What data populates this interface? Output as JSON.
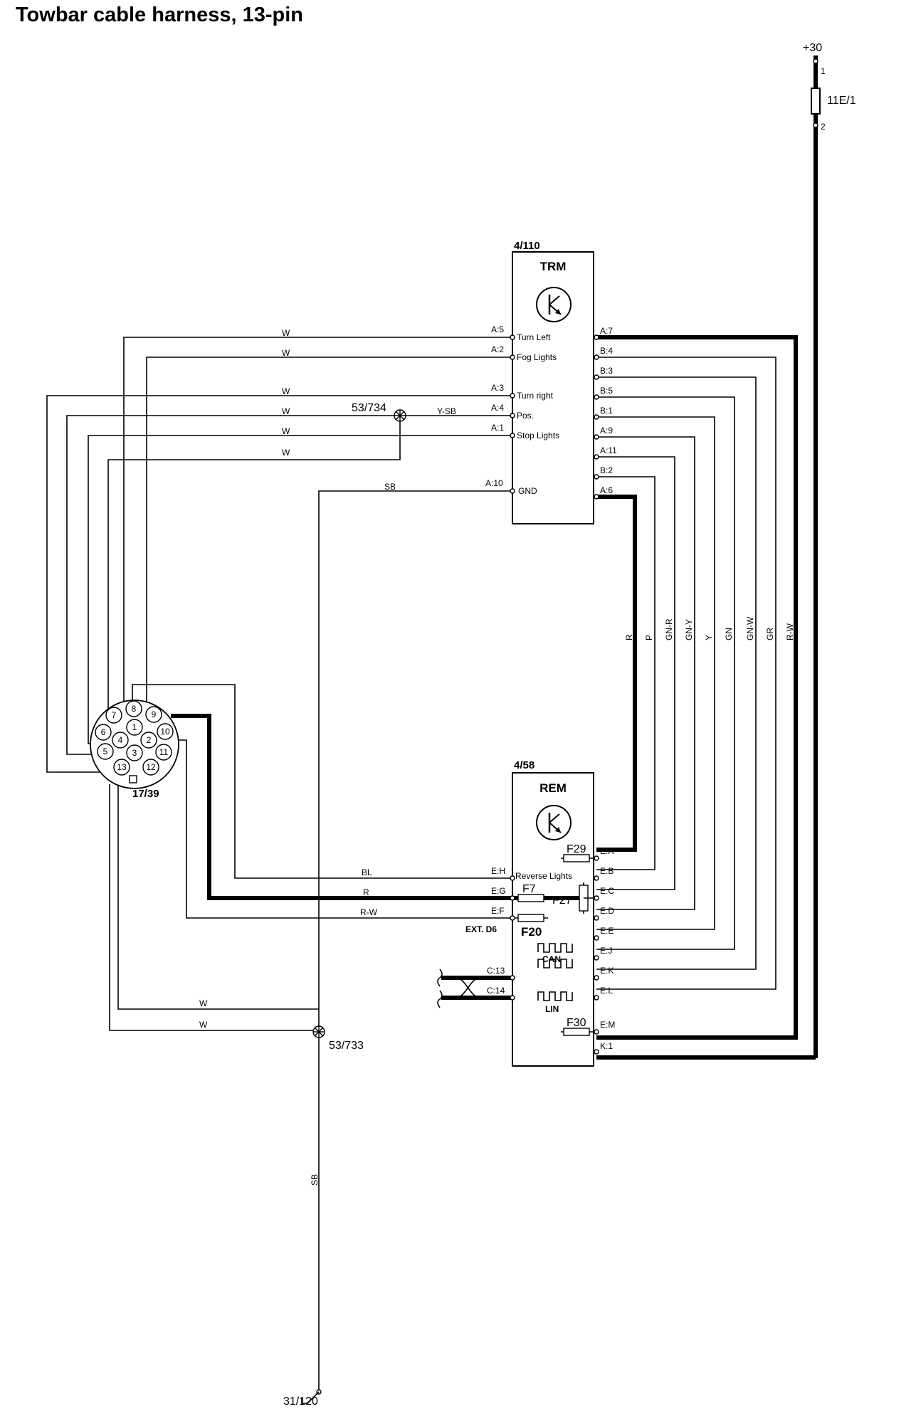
{
  "title": "Towbar cable harness, 13-pin",
  "supply": {
    "label": "+30",
    "fuse": "11E/1",
    "pin1": "1",
    "pin2": "2"
  },
  "trm": {
    "ref": "4/110",
    "name": "TRM",
    "inputs": [
      {
        "pin": "A:5",
        "name": "Turn Left",
        "wire": "W"
      },
      {
        "pin": "A:2",
        "name": "Fog Lights",
        "wire": "W"
      },
      {
        "pin": "A:3",
        "name": "Turn right",
        "wire": "W"
      },
      {
        "pin": "A:4",
        "name": "Pos.",
        "wire": "W"
      },
      {
        "pin": "A:1",
        "name": "Stop Lights",
        "wire": "W"
      },
      {
        "pin": "A:10",
        "name": "GND",
        "wire": "SB"
      }
    ],
    "outputs": [
      "A:7",
      "B:4",
      "B:3",
      "B:5",
      "B:1",
      "A:9",
      "A:11",
      "B:2",
      "A:6"
    ],
    "extra_wire": "W"
  },
  "splice_top": {
    "ref": "53/734",
    "wire": "Y-SB"
  },
  "wire_colors_vertical": [
    "R",
    "P",
    "GN-R",
    "GN-Y",
    "Y",
    "GN",
    "GN-W",
    "GR",
    "R-W"
  ],
  "connector": {
    "ref": "17/39",
    "pins": [
      "1",
      "2",
      "3",
      "4",
      "5",
      "6",
      "7",
      "8",
      "9",
      "10",
      "11",
      "12",
      "13"
    ]
  },
  "rem": {
    "ref": "4/58",
    "name": "REM",
    "fuses": {
      "f29": "F29",
      "f7": "F7",
      "f27": "F27",
      "f20": "F20",
      "f30": "F30"
    },
    "ext": "EXT. D6",
    "reverse": "Reverse Lights",
    "left_pins": [
      {
        "pin": "E:H",
        "wire": "BL"
      },
      {
        "pin": "E:G",
        "wire": "R"
      },
      {
        "pin": "E:F",
        "wire": "R-W"
      }
    ],
    "bus": [
      {
        "pin": "C:13",
        "name": "CAN"
      },
      {
        "pin": "C:14",
        "name": "LIN"
      }
    ],
    "right_pins": [
      "E:A",
      "E:B",
      "E:C",
      "E:D",
      "E:E",
      "E:J",
      "E:K",
      "E:L",
      "E:M",
      "K:1"
    ]
  },
  "splice_bottom": {
    "ref": "53/733",
    "wire_a": "W",
    "wire_b": "W"
  },
  "ground": {
    "ref": "31/120",
    "wire": "SB"
  }
}
